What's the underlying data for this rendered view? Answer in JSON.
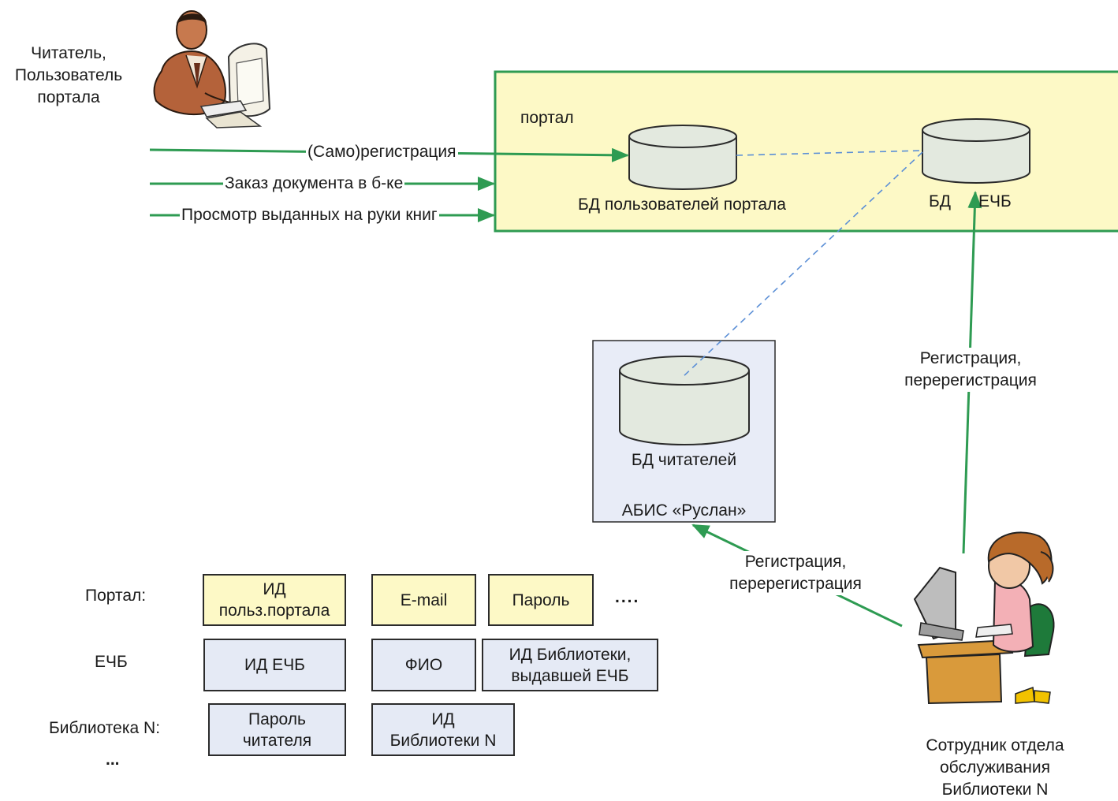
{
  "actors": {
    "reader": {
      "label": "Читатель,\nПользователь\nпортала",
      "icon": "reader-at-computer-icon"
    },
    "staff": {
      "label": "Сотрудник отдела\nобслуживания\nБиблиотеки N",
      "icon": "librarian-at-desk-icon"
    }
  },
  "portal": {
    "label": "портал",
    "fill": "#fdf9c6",
    "border": "#2e9b52",
    "db_users": "БД пользователей портала",
    "db_ecb": "БД      ЕЧБ"
  },
  "abis": {
    "label": "АБИС «Руслан»",
    "db": "БД читателей",
    "fill": "#e8ecf7"
  },
  "flows": {
    "registration": "(Само)регистрация",
    "order": "Заказ документа в б-ке",
    "view": "Просмотр выданных на руки книг",
    "staff_to_ecb": "Регистрация,\nперерегистрация",
    "staff_to_abis": "Регистрация,\nперерегистрация"
  },
  "colors": {
    "arrow": "#2e9b52",
    "dashed": "#5b8fd6",
    "cylinder": "#e3e9df"
  },
  "fields": {
    "rows": [
      {
        "label": "Портал:",
        "cells": [
          "ИД\nпольз.портала",
          "E-mail",
          "Пароль"
        ],
        "more": "...."
      },
      {
        "label": "ЕЧБ",
        "cells": [
          "ИД ЕЧБ",
          "ФИО",
          "ИД Библиотеки,\nвыдавшей ЕЧБ"
        ]
      },
      {
        "label": "Библиотека N:",
        "cells": [
          "Пароль\nчитателя",
          "ИД\nБиблиотеки N"
        ]
      }
    ],
    "ellipsis": "..."
  }
}
